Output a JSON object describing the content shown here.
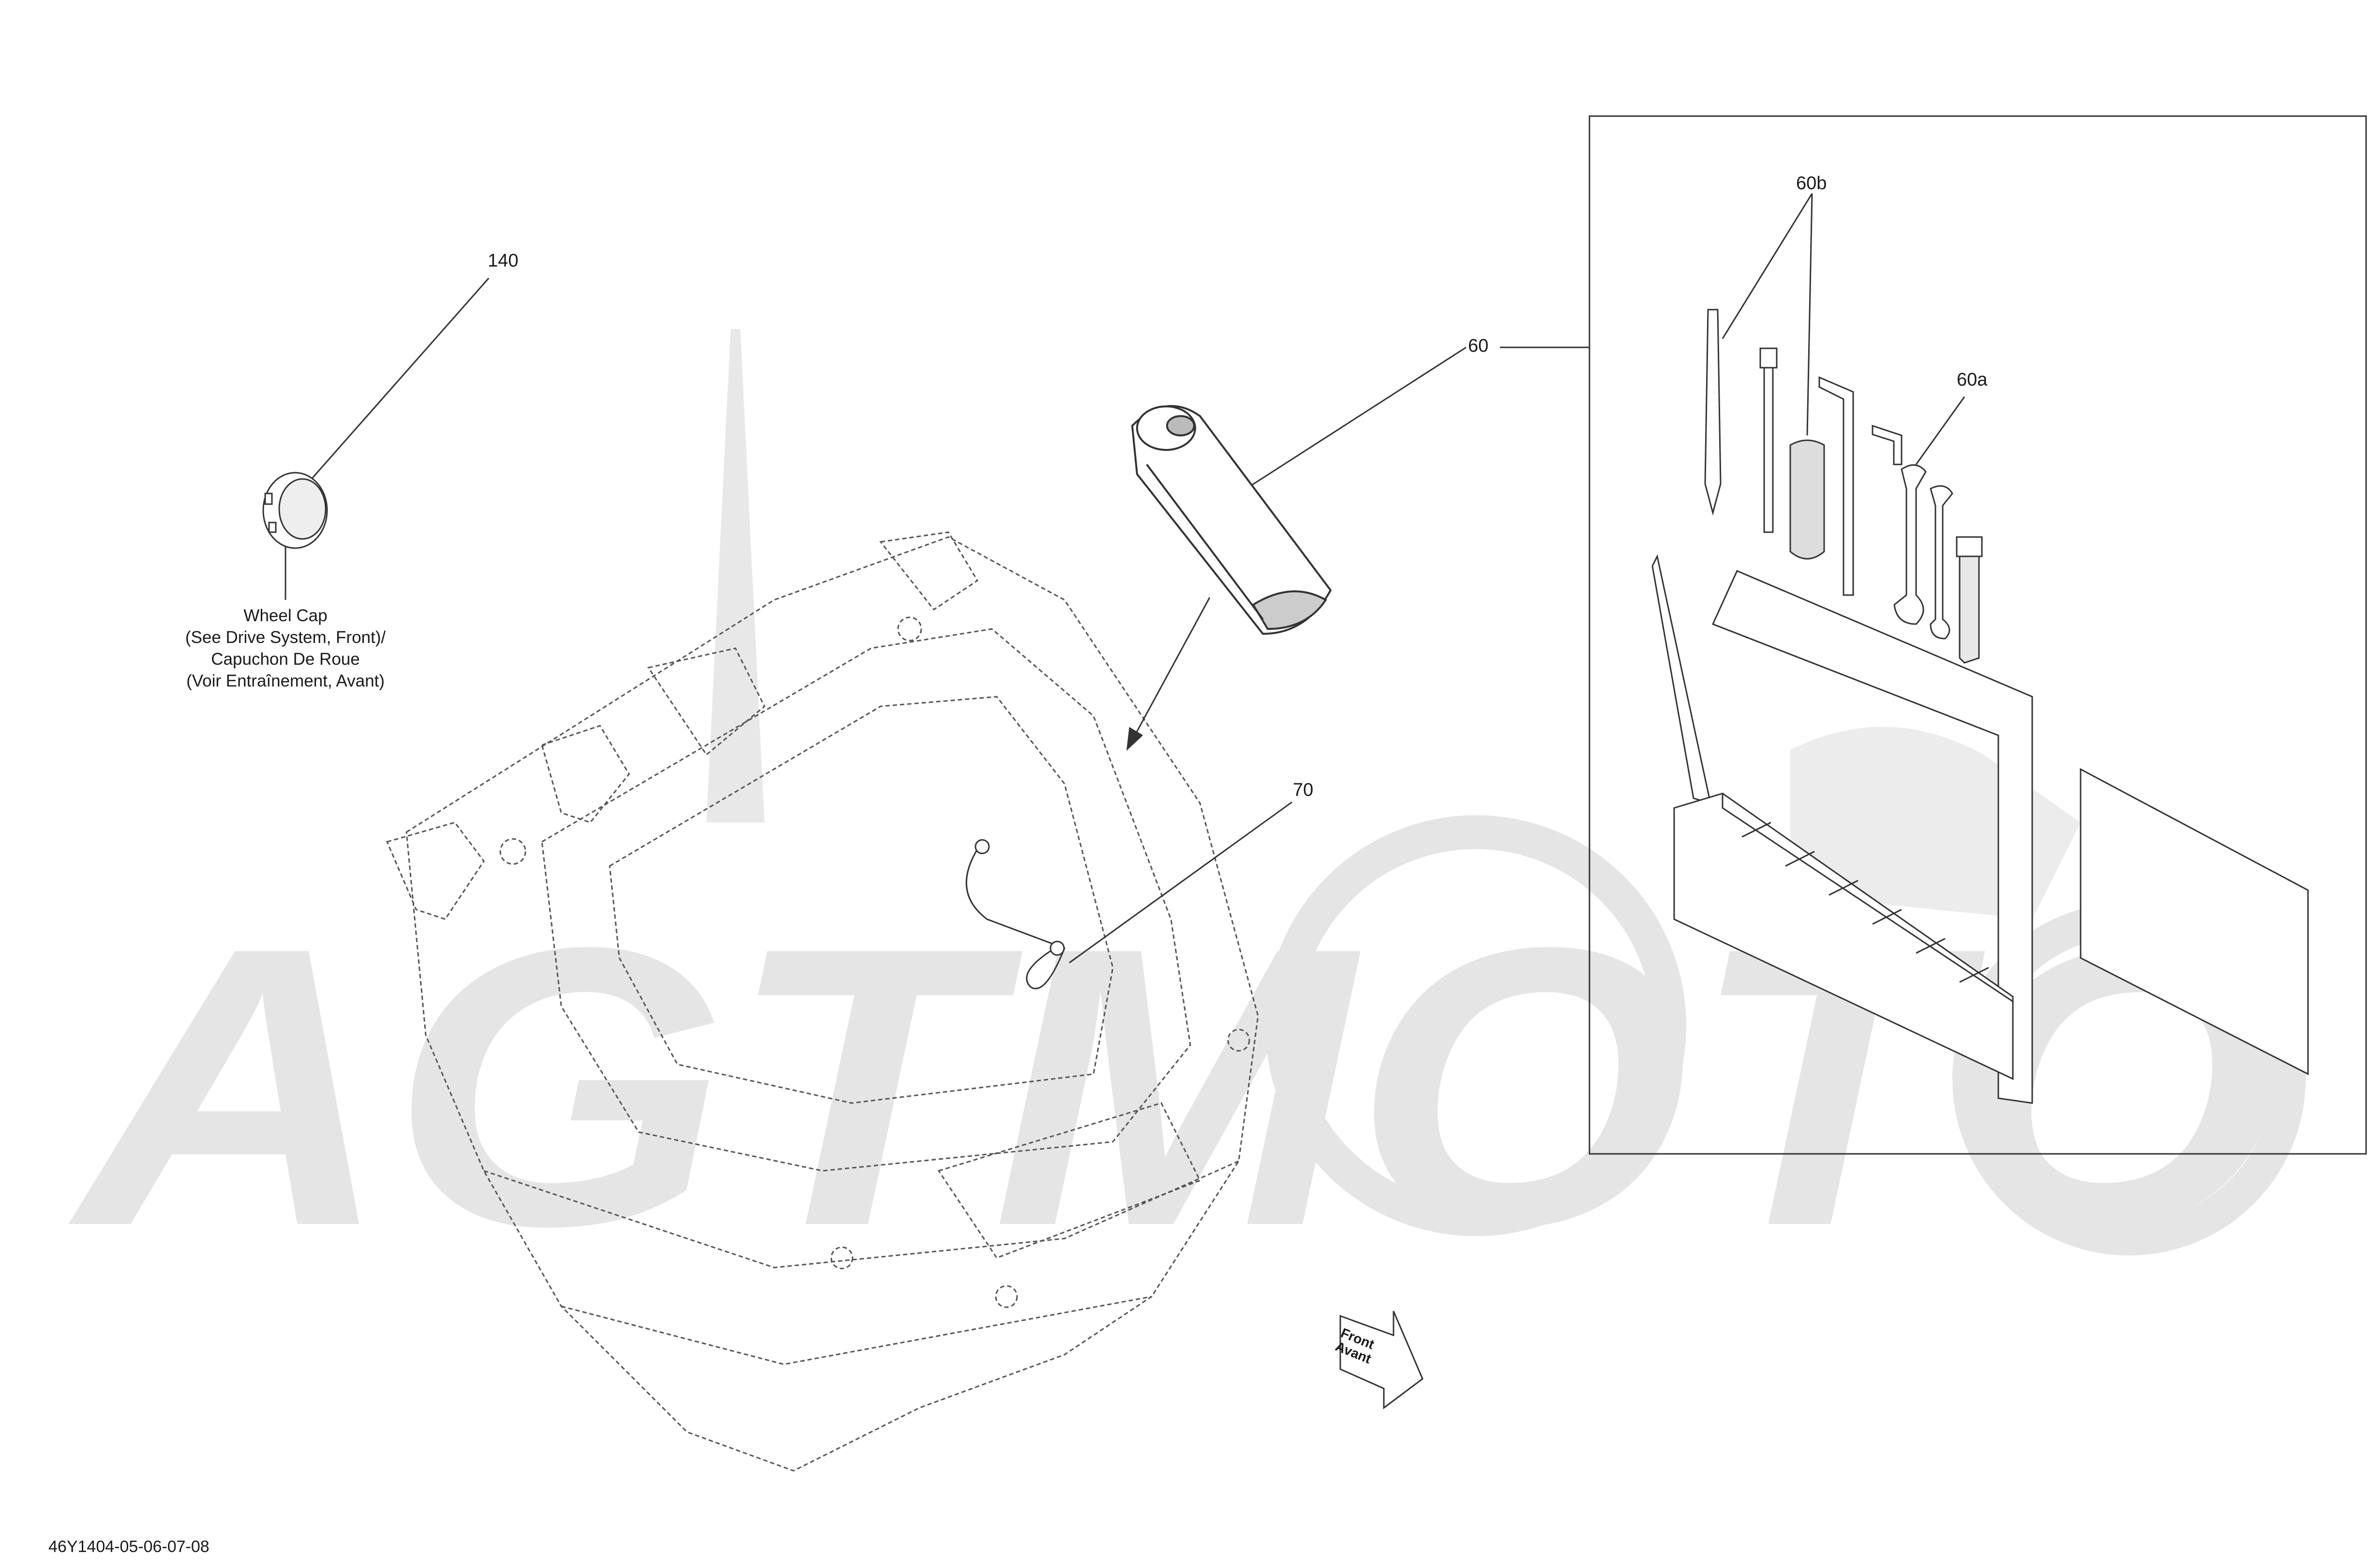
{
  "diagram": {
    "callouts": {
      "c140": "140",
      "c60": "60",
      "c60b": "60b",
      "c60a": "60a",
      "c70": "70"
    },
    "note": {
      "line1": "Wheel Cap",
      "line2": "(See Drive System, Front)/",
      "line3": "Capuchon De Roue",
      "line4": "(Voir Entraînement, Avant)"
    },
    "direction": {
      "line1": "Front",
      "line2": "Avant"
    },
    "drawing_code": "46Y1404-05-06-07-08",
    "watermark_text": "AGTMOTO"
  },
  "colors": {
    "ink": "#1a1a1a",
    "line": "#4a4a4a",
    "watermark": "#e2e2e2"
  }
}
